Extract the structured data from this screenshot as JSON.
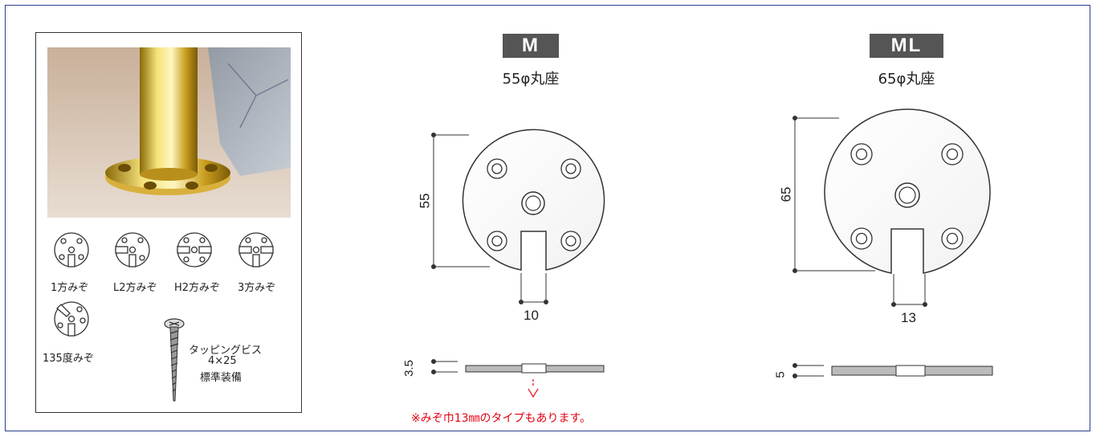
{
  "left": {
    "grooves": [
      "1方みぞ",
      "L2方みぞ",
      "H2方みぞ",
      "3方みぞ",
      "135度みぞ"
    ],
    "screw": {
      "line1": "タッピングビス",
      "line2": "4×25",
      "line3": "標準装備"
    }
  },
  "models": {
    "m": {
      "badge": "M",
      "subtitle": "55φ丸座",
      "height": "55",
      "slot": "10",
      "thickness": "3.5"
    },
    "ml": {
      "badge": "ML",
      "subtitle": "65φ丸座",
      "height": "65",
      "slot": "13",
      "thickness": "5"
    }
  },
  "note": "※みぞ巾13㎜のタイプもあります。"
}
